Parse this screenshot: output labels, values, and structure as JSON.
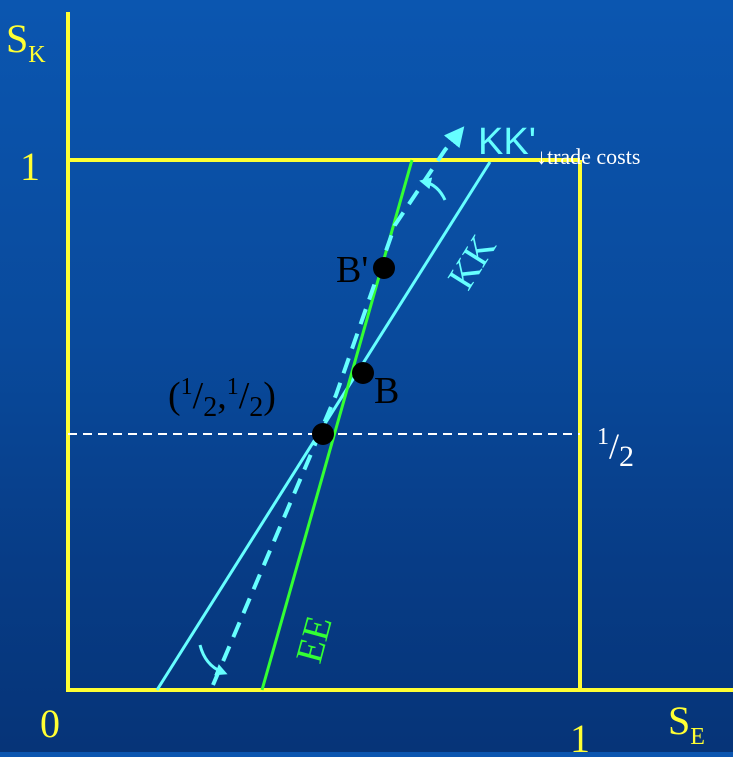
{
  "axes": {
    "y_label": "S",
    "y_label_sub": "K",
    "x_label": "S",
    "x_label_sub": "E",
    "origin_label": "0",
    "x_tick_one": "1",
    "y_tick_one": "1"
  },
  "half": {
    "num": "1",
    "slash": "/",
    "den": "2"
  },
  "points": {
    "center": {
      "open": "(",
      "num1": "1",
      "slash1": "/",
      "den1": "2",
      "comma": ",",
      "num2": "1",
      "slash2": "/",
      "den2": "2",
      "close": ")"
    },
    "b_label": "B",
    "b_prime_label": "B'"
  },
  "curves": {
    "ee_label": "EE",
    "kk_label": "KK",
    "kk_prime_label": "KK'",
    "kk_prime_note": "↓trade costs"
  },
  "colors": {
    "axes": "#ffff33",
    "ee": "#33ff33",
    "kk": "#66ffff",
    "dashed": "#ffffff",
    "text": "#000000",
    "points": "#000000"
  }
}
